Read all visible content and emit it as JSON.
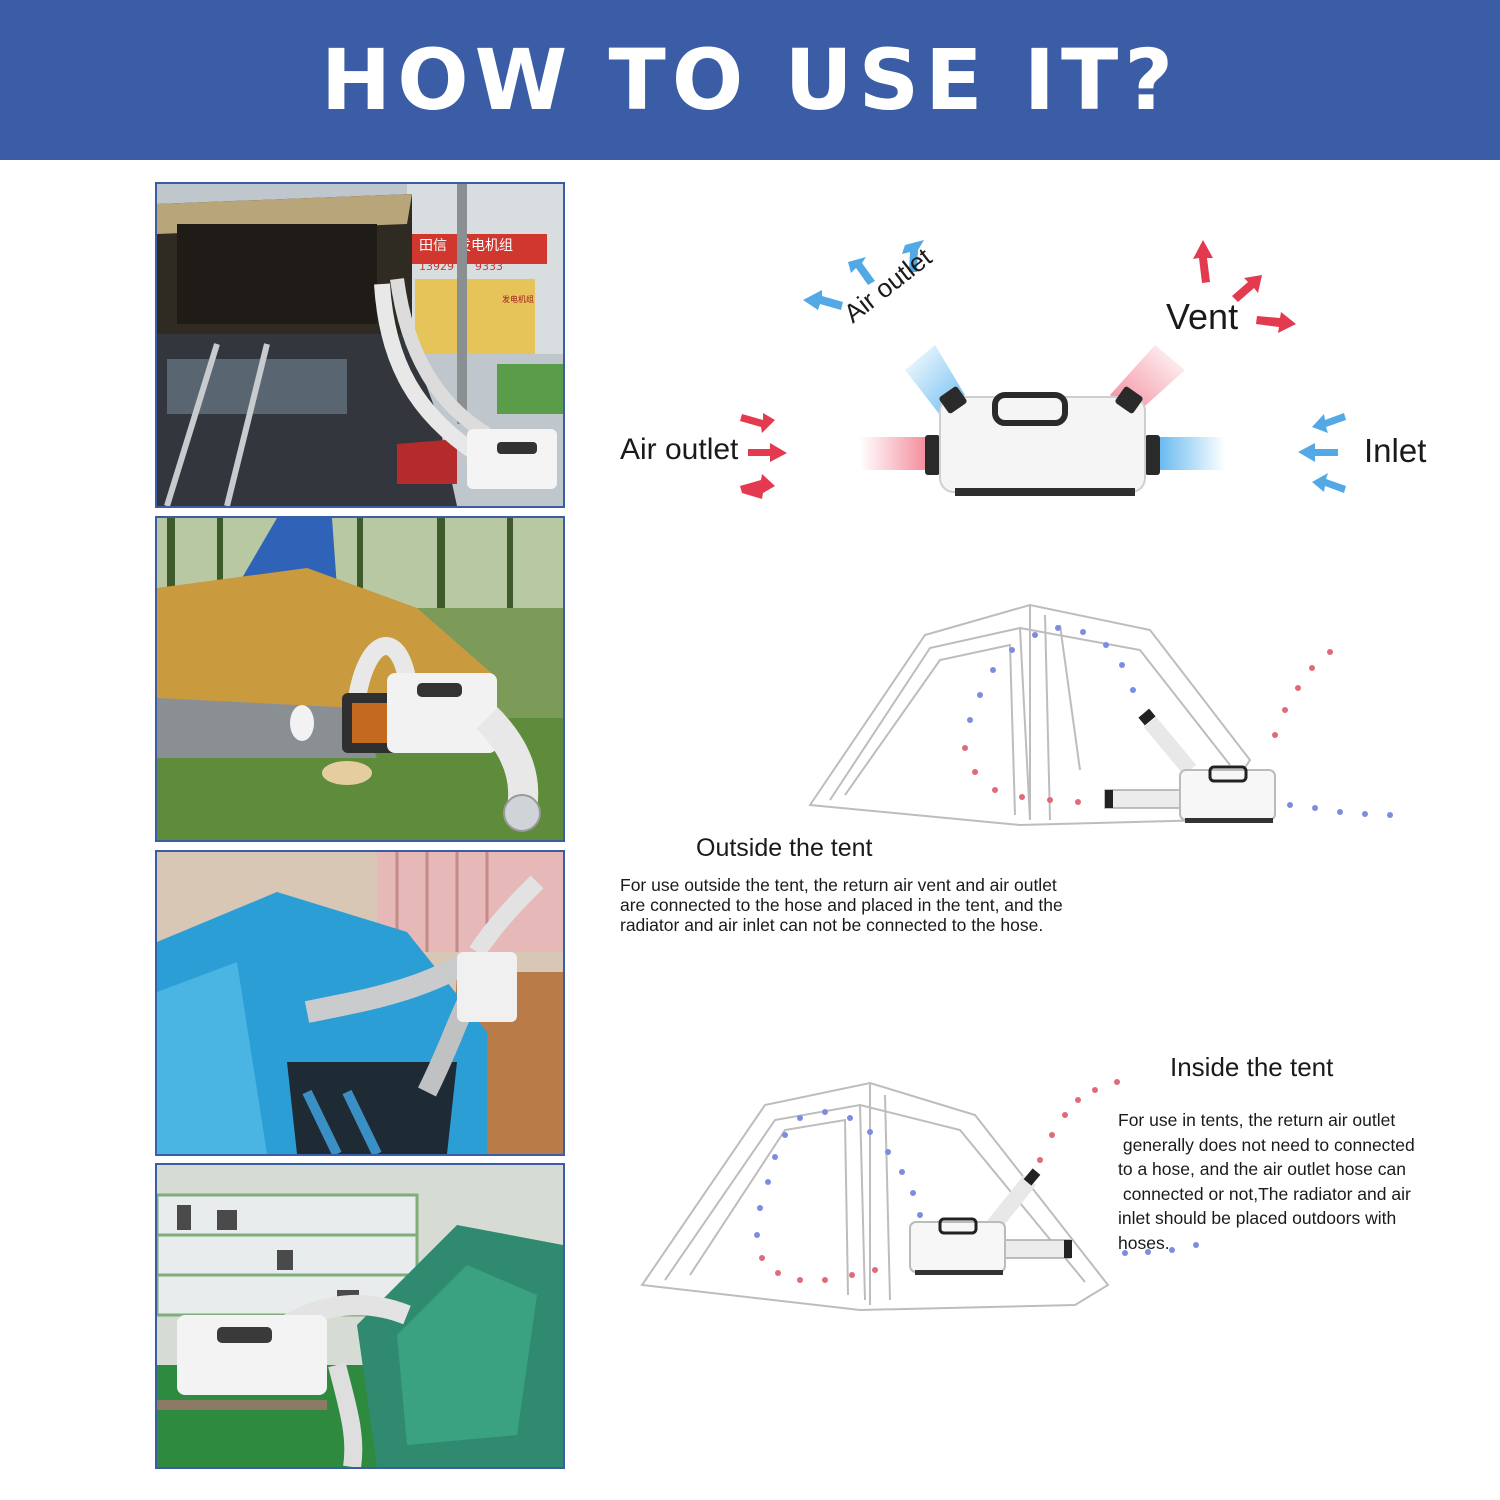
{
  "header": {
    "title": "HOW TO USE IT?"
  },
  "diagram": {
    "labels": {
      "air_outlet_diagonal": "Air outlet",
      "vent": "Vent",
      "air_outlet_left": "Air outlet",
      "inlet": "Inlet"
    }
  },
  "outside_section": {
    "heading": "Outside the tent",
    "lines": [
      "For use outside the tent, the return air vent and air outlet",
      "are connected to the hose and placed in the tent, and the",
      "radiator and air inlet can not be connected to the hose."
    ]
  },
  "inside_section": {
    "heading": "Inside the tent",
    "lines": [
      "For use in tents, the return air outlet",
      " generally does not need to connected",
      "to a hose, and the air outlet hose can",
      " connected or not,The radiator and air",
      "inlet should be placed outdoors with",
      "hoses."
    ]
  },
  "photos": {
    "photo1_sign_lines": [
      "田信",
      "发电机组",
      "13929",
      "9333"
    ],
    "photo1_small_sign": "发电机组"
  },
  "colors": {
    "header_bg": "#3a5da5",
    "hot_arrow": "#e33a4f",
    "cold_arrow": "#52a9e6"
  }
}
